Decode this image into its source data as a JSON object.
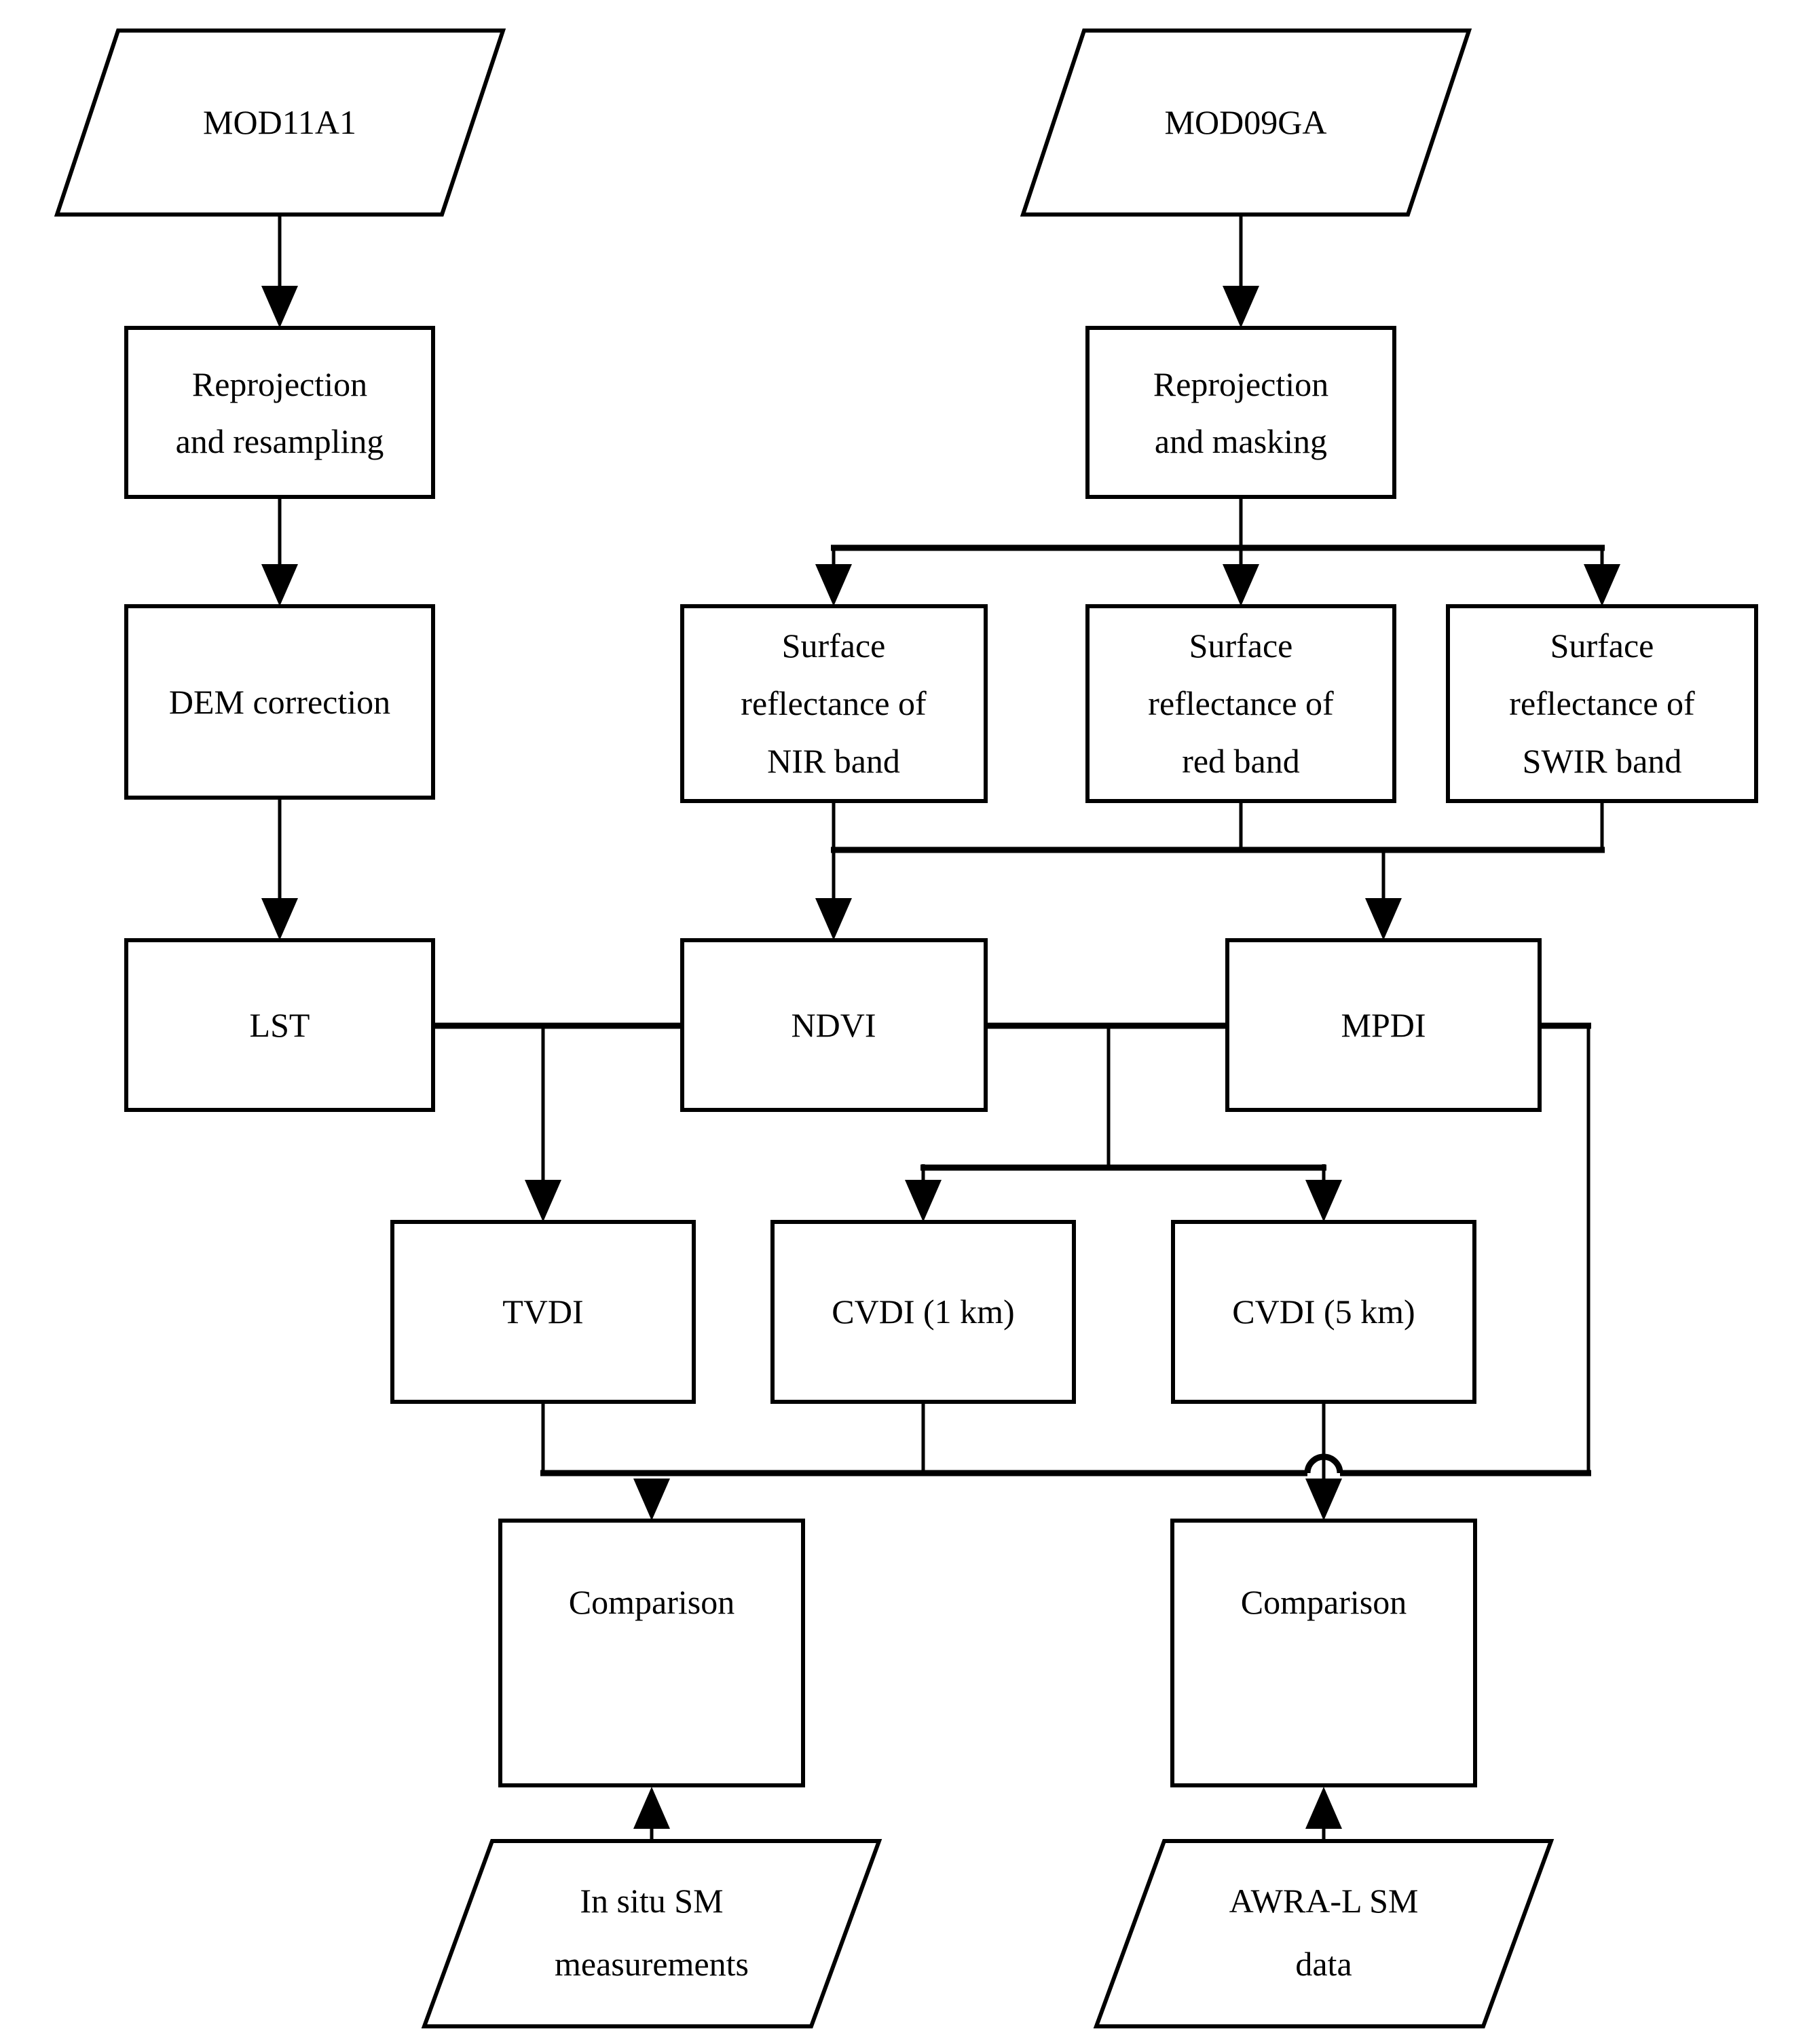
{
  "figure": {
    "type": "flowchart",
    "background_color": "#ffffff",
    "line_color": "#000000",
    "nodes": {
      "mod11a1": {
        "shape": "parallelogram",
        "label": "MOD11A1"
      },
      "reprojection_resampling": {
        "shape": "process",
        "lines": [
          "Reprojection",
          "and resampling"
        ]
      },
      "dem_correction": {
        "shape": "process",
        "label": "DEM correction"
      },
      "lst": {
        "shape": "process",
        "label": "LST"
      },
      "mod09ga": {
        "shape": "parallelogram",
        "label": "MOD09GA"
      },
      "reprojection_masking": {
        "shape": "process",
        "lines": [
          "Reprojection",
          "and masking"
        ]
      },
      "surface_reflectance_nir": {
        "shape": "process",
        "lines": [
          "Surface",
          "reflectance of",
          "NIR band"
        ]
      },
      "surface_reflectance_red": {
        "shape": "process",
        "lines": [
          "Surface",
          "reflectance of",
          "red band"
        ]
      },
      "surface_reflectance_swir": {
        "shape": "process",
        "lines": [
          "Surface",
          "reflectance of",
          "SWIR band"
        ]
      },
      "ndvi": {
        "shape": "process",
        "label": "NDVI"
      },
      "mpdi": {
        "shape": "process",
        "label": "MPDI"
      },
      "tvdi": {
        "shape": "process",
        "label": "TVDI"
      },
      "cvdi_1km": {
        "shape": "process",
        "label": "CVDI (1 km)"
      },
      "cvdi_5km": {
        "shape": "process",
        "label": "CVDI (5 km)"
      },
      "comparison_left": {
        "shape": "process",
        "label": "Comparison"
      },
      "comparison_right": {
        "shape": "process",
        "label": "Comparison"
      },
      "in_situ_sm": {
        "shape": "parallelogram",
        "lines": [
          "In situ SM",
          "measurements"
        ]
      },
      "awra_l_sm": {
        "shape": "parallelogram",
        "lines": [
          "AWRA-L SM",
          "data"
        ]
      }
    },
    "edges": [
      {
        "from": "mod11a1",
        "to": "reprojection_resampling"
      },
      {
        "from": "reprojection_resampling",
        "to": "dem_correction"
      },
      {
        "from": "dem_correction",
        "to": "lst"
      },
      {
        "from": "mod09ga",
        "to": "reprojection_masking"
      },
      {
        "from": "reprojection_masking",
        "to": "surface_reflectance_nir"
      },
      {
        "from": "reprojection_masking",
        "to": "surface_reflectance_red"
      },
      {
        "from": "reprojection_masking",
        "to": "surface_reflectance_swir"
      },
      {
        "from": "surface_reflectance_nir",
        "to": "ndvi"
      },
      {
        "from": "surface_reflectance_red",
        "to": "ndvi"
      },
      {
        "from": "surface_reflectance_red",
        "to": "mpdi"
      },
      {
        "from": "surface_reflectance_swir",
        "to": "mpdi"
      },
      {
        "from": "lst",
        "to": "tvdi"
      },
      {
        "from": "ndvi",
        "to": "tvdi"
      },
      {
        "from": "ndvi",
        "to": "cvdi_1km"
      },
      {
        "from": "ndvi",
        "to": "cvdi_5km"
      },
      {
        "from": "mpdi",
        "to": "cvdi_1km"
      },
      {
        "from": "mpdi",
        "to": "cvdi_5km"
      },
      {
        "from": "tvdi",
        "to": "comparison_left"
      },
      {
        "from": "cvdi_1km",
        "to": "comparison_left"
      },
      {
        "from": "mpdi",
        "to": "comparison_left"
      },
      {
        "from": "cvdi_5km",
        "to": "comparison_right",
        "crossover_hop": true
      },
      {
        "from": "in_situ_sm",
        "to": "comparison_left"
      },
      {
        "from": "awra_l_sm",
        "to": "comparison_right"
      }
    ]
  }
}
